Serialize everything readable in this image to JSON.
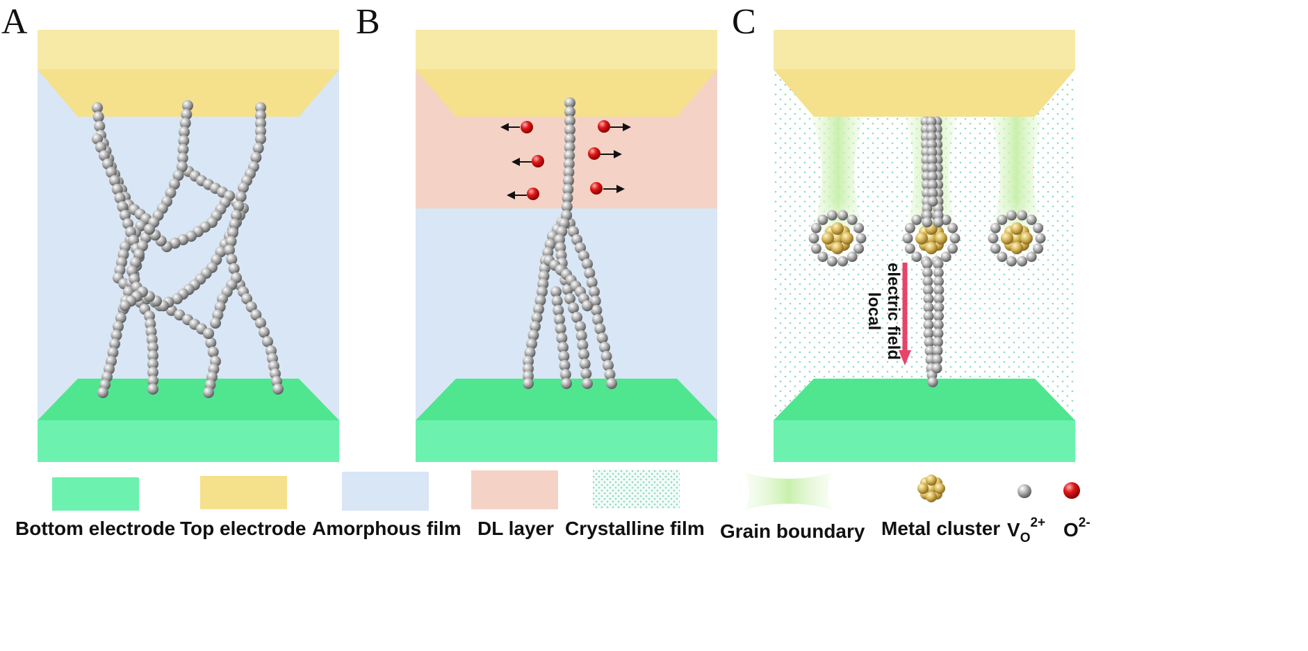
{
  "panels": {
    "a": {
      "letter": "A"
    },
    "b": {
      "letter": "B"
    },
    "c": {
      "letter": "C",
      "field_label_line1": "local",
      "field_label_line2": "electric field"
    }
  },
  "legend": {
    "bottom_electrode": "Bottom electrode",
    "top_electrode": "Top electrode",
    "amorphous_film": "Amorphous film",
    "dl_layer": "DL layer",
    "crystalline_film": "Crystalline film",
    "grain_boundary": "Grain boundary",
    "metal_cluster": "Metal cluster",
    "vo_base": "V",
    "vo_sub": "O",
    "vo_sup": "2+",
    "o_base": "O",
    "o_sup": "2-"
  },
  "colors": {
    "top_electrode": "#f5e08c",
    "bottom_electrode": "#5ee89a",
    "amorphous_film": "#d8e6f5",
    "dl_layer": "#f4d3c6",
    "crystalline_dots": "#8fd9c4",
    "grain_boundary": "#d9f5c2",
    "metal_cluster": "#d9b95c",
    "vacancy": "#9a9a9a",
    "oxygen_ion": "#e01818",
    "field_arrow": "#e8436b"
  },
  "icons": [
    "oxygen-vacancy-icon",
    "oxygen-ion-icon",
    "metal-cluster-icon",
    "arrow-icon"
  ]
}
